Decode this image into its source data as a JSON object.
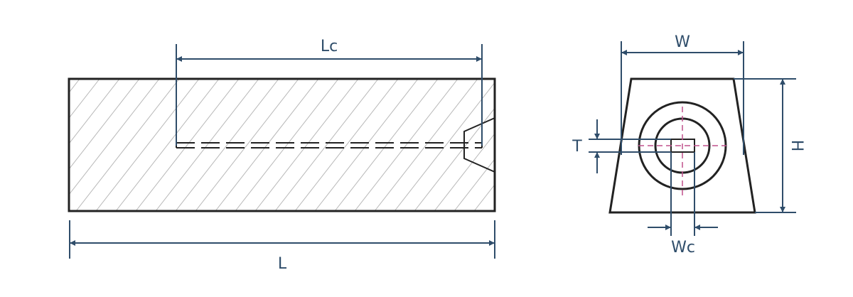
{
  "labels": {
    "lc": "Lc",
    "l": "L",
    "w": "W",
    "h": "H",
    "t": "T",
    "wc": "Wc"
  },
  "colors": {
    "dimension": "#2f4d6a",
    "outline": "#222222",
    "hatch": "#b8b8b8",
    "centerline": "#c0508c"
  }
}
